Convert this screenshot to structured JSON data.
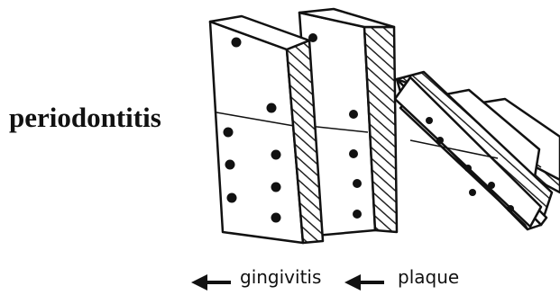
{
  "title": "periodontitis",
  "stages": {
    "first": "gingivitis",
    "second": "plaque"
  },
  "icons": {
    "arrow": "left-arrow-icon",
    "domino": "domino-icon"
  },
  "colors": {
    "ink": "#111111",
    "background": "#ffffff"
  }
}
